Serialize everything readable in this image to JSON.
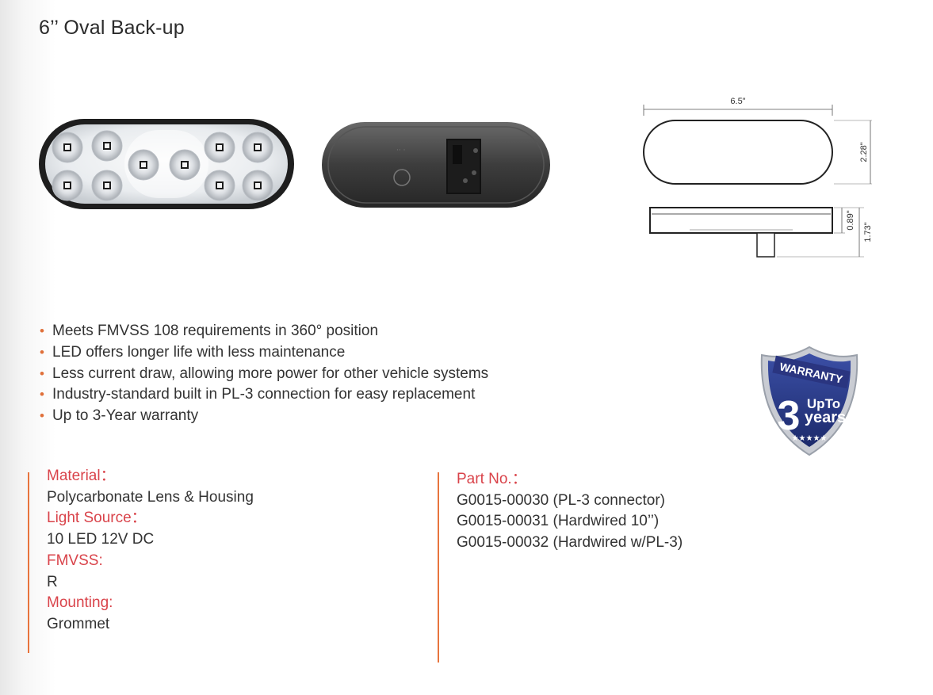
{
  "page": {
    "title": "6’’ Oval Back-up"
  },
  "images": {
    "front": {
      "label": "LED lamp front view",
      "led_count": 10
    },
    "back": {
      "label": "LED lamp back view with PL-3 connector"
    }
  },
  "drawing": {
    "width_label": "6.5\"",
    "height_label": "2.28\"",
    "depth_label": "0.89\"",
    "total_depth_label": "1.73\""
  },
  "features": [
    "Meets FMVSS 108 requirements in 360° position",
    "LED offers longer life with less maintenance",
    "Less current draw,  allowing more power for other vehicle systems",
    "Industry-standard built in PL-3 connection for easy replacement",
    "Up to 3-Year warranty"
  ],
  "badge": {
    "top_text": "WARRANTY",
    "number": "3",
    "line1": "UpTo",
    "line2": "years"
  },
  "specs": [
    {
      "label": "Material：",
      "value": "Polycarbonate Lens & Housing"
    },
    {
      "label": "Light Source：",
      "value": "10 LED  12V DC"
    },
    {
      "label": "FMVSS:",
      "value": "R"
    },
    {
      "label": "Mounting:",
      "value": "Grommet"
    }
  ],
  "parts": {
    "label": "Part No.：",
    "items": [
      {
        "number": "G0015-00030",
        "note": "(PL-3 connector)"
      },
      {
        "number": "G0015-00031",
        "note": "(Hardwired 10’’)"
      },
      {
        "number": "G0015-00032",
        "note": "(Hardwired w/PL-3)"
      }
    ]
  },
  "colors": {
    "accent": "#e8743d",
    "label_red": "#d9434a",
    "badge_navy": "#2c3e8c"
  }
}
